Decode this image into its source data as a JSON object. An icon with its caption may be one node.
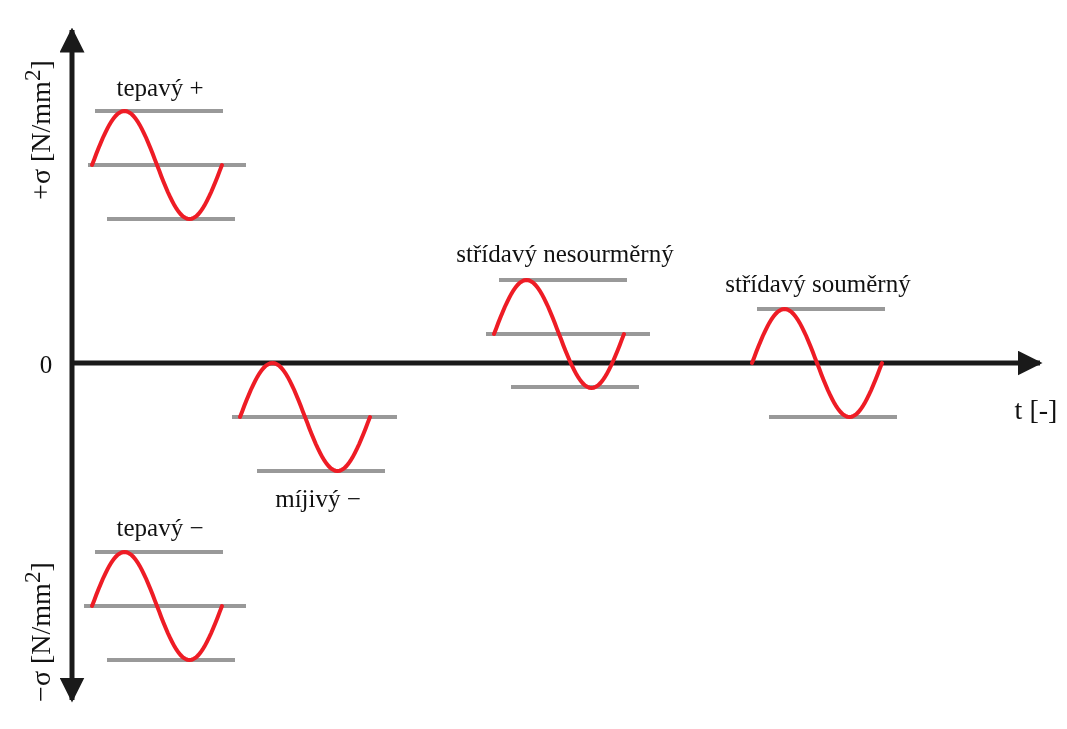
{
  "diagram": {
    "labels": [
      "+σ [N/mm$^{2}$]",
      "tepavý +",
      "střídavý nesourměrný",
      "střídavý souměrný",
      "0",
      "t [-]",
      "míjivý −",
      "tepavý −",
      "−σ [N/mm$^{2}$]"
    ]
  }
}
